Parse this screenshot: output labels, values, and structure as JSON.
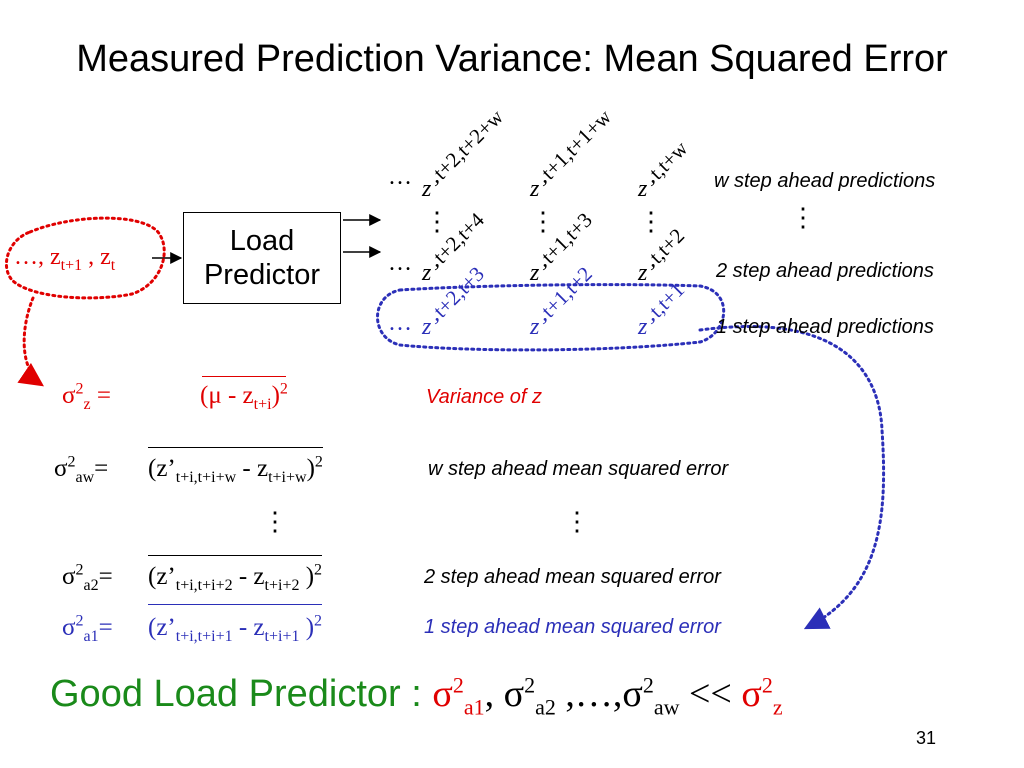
{
  "slide": {
    "title": "Measured Prediction Variance: Mean Squared Error",
    "page_number": "31"
  },
  "input_series": {
    "ellipsis": "…,",
    "z_t1": "z",
    "z_t1_sub": "t+1",
    "sep": ",",
    "z_t": "z",
    "z_t_sub": "t"
  },
  "predictor": {
    "line1": "Load",
    "line2": "Predictor"
  },
  "grid": {
    "ellipsis": "…",
    "vdots": "⋮",
    "z_prime": "z’",
    "rows": [
      {
        "subs": [
          "t+2,t+2+w",
          "t+1,t+1+w",
          "t,t+w"
        ],
        "label": "w step ahead predictions"
      },
      {
        "subs": [
          "t+2,t+4",
          "t+1,t+3",
          "t,t+2"
        ],
        "label": "2 step ahead predictions"
      },
      {
        "subs": [
          "t+2,t+3",
          "t+1,t+2",
          "t,t+1"
        ],
        "label": "1 step ahead predictions"
      }
    ]
  },
  "equations": {
    "variance_z": {
      "lhs_sigma": "σ",
      "lhs_sup": "2",
      "lhs_sub": "z",
      "eq": "=",
      "rhs": "(μ - z",
      "rhs_sub": "t+i",
      "rhs_close": ")",
      "rhs_sup": "2",
      "label": "Variance of z"
    },
    "aw": {
      "lhs_sigma": "σ",
      "lhs_sup": "2",
      "lhs_sub": "aw",
      "eq": "=",
      "rhs_open": "(z’",
      "rhs_sub1": "t+i,t+i+w",
      "minus": " - z",
      "rhs_sub2": "t+i+w",
      "rhs_close": ")",
      "rhs_sup": "2",
      "label": "w step ahead mean squared error"
    },
    "a2": {
      "lhs_sigma": "σ",
      "lhs_sup": "2",
      "lhs_sub": "a2",
      "eq": "=",
      "rhs_open": "(z’",
      "rhs_sub1": "t+i,t+i+2",
      "minus": " - z",
      "rhs_sub2": "t+i+2",
      "rhs_close": " )",
      "rhs_sup": "2",
      "label": "2 step ahead mean squared error"
    },
    "a1": {
      "lhs_sigma": "σ",
      "lhs_sup": "2",
      "lhs_sub": "a1",
      "eq": "=",
      "rhs_open": "(z’",
      "rhs_sub1": "t+i,t+i+1",
      "minus": " - z",
      "rhs_sub2": "t+i+1",
      "rhs_close": " )",
      "rhs_sup": "2",
      "label": "1 step ahead mean squared error"
    }
  },
  "conclusion": {
    "text": "Good Load Predictor : ",
    "s1": "σ",
    "s1_sup": "2",
    "s1_sub": "a1",
    "sep1": ", ",
    "s2": "σ",
    "s2_sup": "2",
    "s2_sub": "a2",
    "sep2": " ,…,",
    "s3": "σ",
    "s3_sup": "2",
    "s3_sub": "aw",
    "ll": " << ",
    "s4": "σ",
    "s4_sup": "2",
    "s4_sub": "z"
  },
  "colors": {
    "red": "#e00000",
    "blue": "#2b2fb8",
    "green": "#1a8a1a",
    "text": "#000000"
  }
}
